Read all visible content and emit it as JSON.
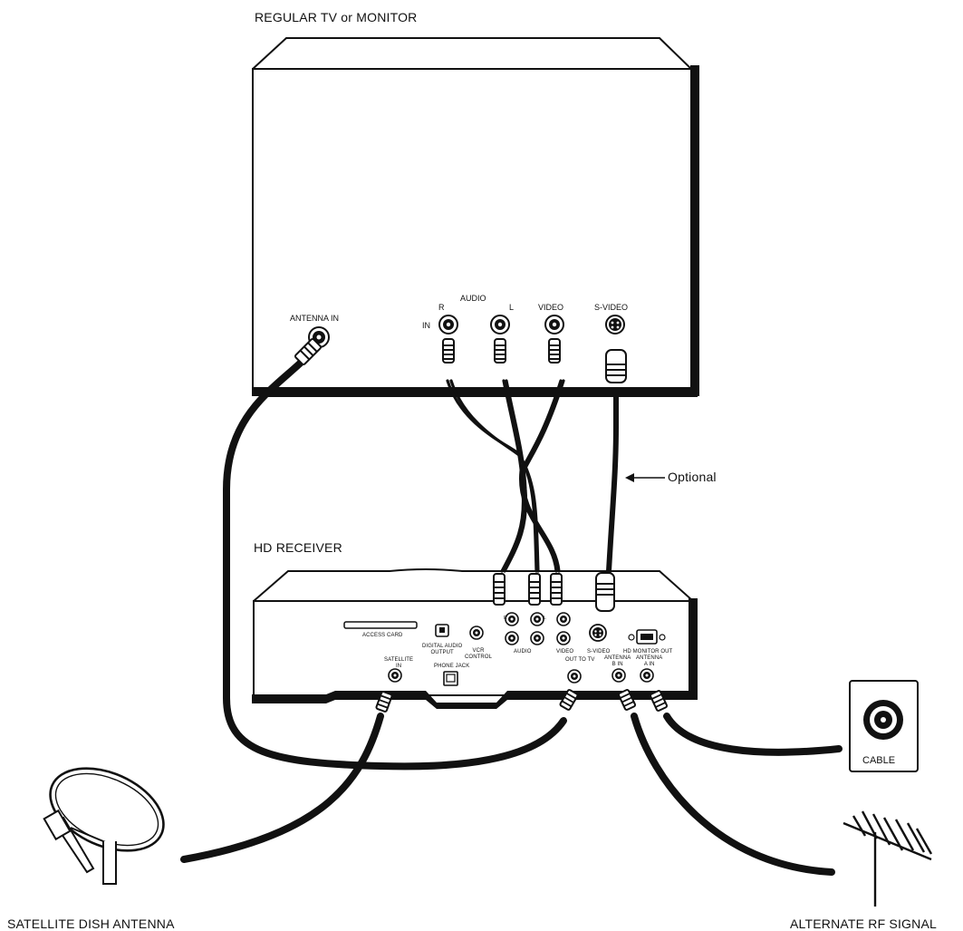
{
  "labels": {
    "tv_title": "REGULAR TV or MONITOR",
    "receiver_title": "HD RECEIVER",
    "optional": "Optional",
    "dish": "SATELLITE DISH ANTENNA",
    "rf": "ALTERNATE RF SIGNAL",
    "cable": "CABLE"
  },
  "tv_panel": {
    "antenna_in": "ANTENNA IN",
    "audio": "AUDIO",
    "in": "IN",
    "r": "R",
    "l": "L",
    "video": "VIDEO",
    "svideo": "S-VIDEO"
  },
  "receiver_panel": {
    "access_card": "ACCESS CARD",
    "digital_audio_output": "DIGITAL AUDIO\nOUTPUT",
    "vcr_control": "VCR\nCONTROL",
    "phone_jack": "PHONE JACK",
    "satellite_in": "SATELLITE\nIN",
    "r": "R",
    "l": "L",
    "audio": "AUDIO",
    "video": "VIDEO",
    "svideo": "S-VIDEO",
    "hd_monitor_out": "HD MONITOR OUT",
    "out_to_tv": "OUT TO TV",
    "antenna_b_in": "ANTENNA\nB IN",
    "antenna_a_in": "ANTENNA\nA IN"
  }
}
